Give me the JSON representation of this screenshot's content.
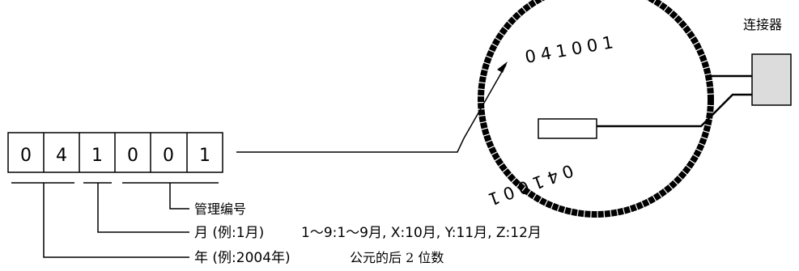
{
  "code_digits": [
    "0",
    "4",
    "1",
    "0",
    "0",
    "1"
  ],
  "ring_code": "041001",
  "connector_label": "连接器",
  "legend": {
    "management": "管理编号",
    "month": "月 (例:1月)",
    "month_detail": "1～9:1～9月, X:10月, Y:11月, Z:12月",
    "year": "年 (例:2004年)",
    "year_detail": "公元的后 2 位数"
  }
}
